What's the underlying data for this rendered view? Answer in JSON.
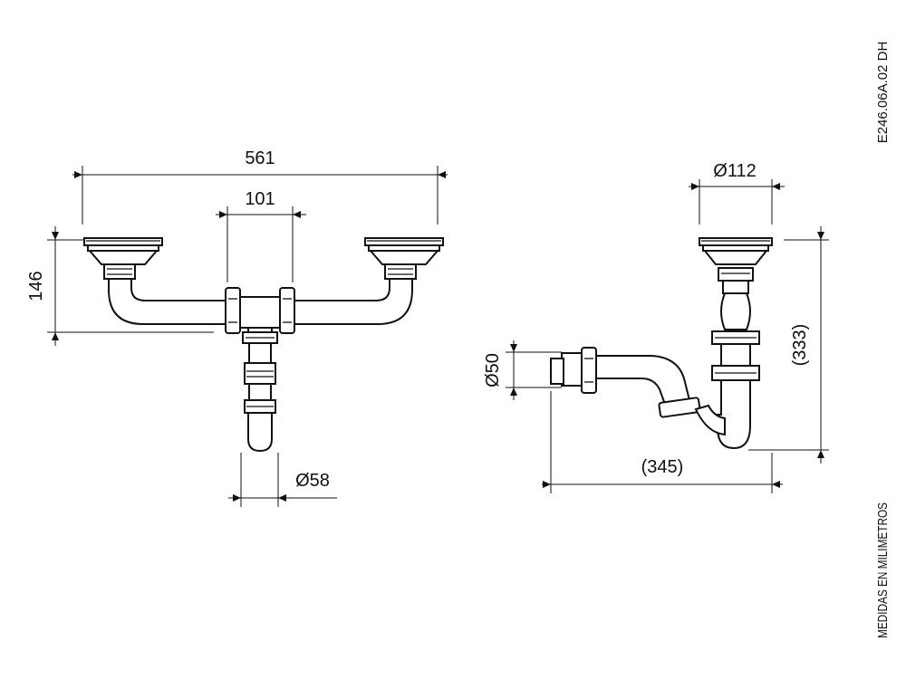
{
  "dimensions": {
    "overall_width": "561",
    "center_spacing": "101",
    "height_front": "146",
    "outlet_diameter": "Ø58",
    "strainer_diameter": "Ø112",
    "height_side": "(333)",
    "pipe_diameter": "Ø50",
    "depth_side": "(345)"
  },
  "sidebar": {
    "drawing_code": "E246.06A.02 DH",
    "units_note": "MEDIDAS EN MILIMETROS"
  },
  "colors": {
    "line": "#111111",
    "background": "#ffffff"
  }
}
